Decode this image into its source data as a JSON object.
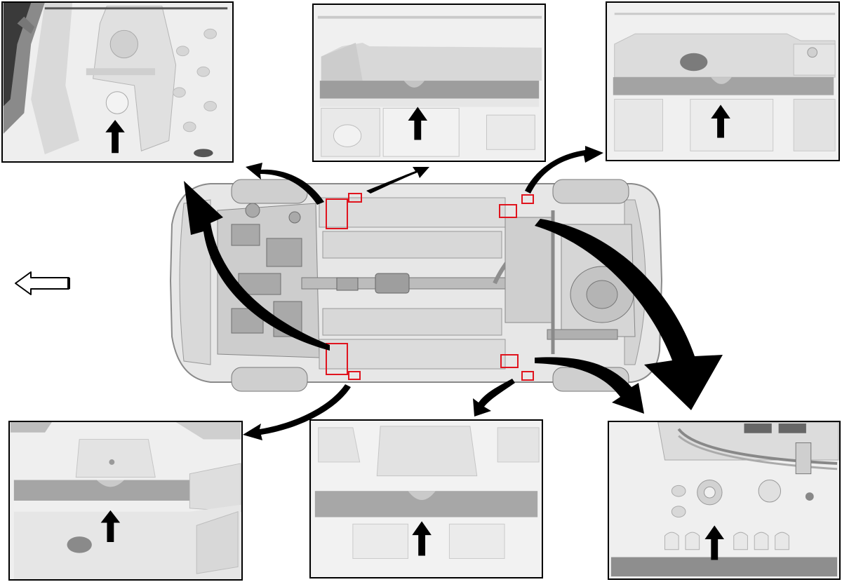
{
  "diagram": {
    "detail_views": [
      {
        "id": "detail-front-left-upper"
      },
      {
        "id": "detail-center-left-upper"
      },
      {
        "id": "detail-rear-left-upper"
      },
      {
        "id": "detail-front-left-lower"
      },
      {
        "id": "detail-center-left-lower"
      },
      {
        "id": "detail-rear-left-lower"
      }
    ],
    "highlight_color": "#e0141e",
    "pointer_arrow_color": "#000000",
    "front_direction_icon": "hollow-left-arrow-icon"
  }
}
